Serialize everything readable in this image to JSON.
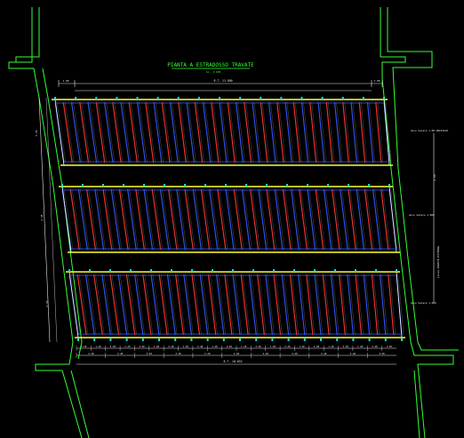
{
  "drawing": {
    "title": "PIANTA A ESTRADOSSO TRAVATE",
    "scale_note": "Sc. 1:100",
    "top_total_dim": "8.T. 11.880",
    "top_small_left": "1.00",
    "top_small_right": "1.00",
    "bottom_total_dim": "8.T. 10.052",
    "left_span_labels": [
      "2.25",
      "2.45",
      "2.25"
    ],
    "right_labels": {
      "upper_note": "Anco Solaio 1.00 INIZIALE",
      "mid_note": "Anco Solaio 1.000",
      "lower_note": "Anco Solaio 1.000",
      "vertical_dim": "Linea PARETE ESTERNA",
      "small_dim": "4.00"
    },
    "bottom_segment_dims": [
      "2.40",
      "1.20",
      "2.40",
      "1.20",
      "2.40",
      "1.20",
      "2.40",
      "1.20",
      "2.40",
      "1.20",
      "2.40",
      "1.20",
      "2.40",
      "1.20",
      "2.40",
      "1.20",
      "2.40",
      "1.20",
      "2.40",
      "1.20",
      "2.40",
      "1.20"
    ],
    "bottom_group_dims": [
      "2.40",
      "2.40",
      "2.40",
      "2.40",
      "2.40",
      "2.40",
      "2.40",
      "2.40",
      "2.40",
      "2.40",
      "2.40"
    ]
  },
  "colors": {
    "background": "#000000",
    "wall": "#33ff33",
    "title": "#33ff33",
    "outline": "#ffffff",
    "beam": "#ffff33",
    "rib_red": "#ff3333",
    "rib_blue": "#3355ff",
    "rib_white": "#dddddd",
    "dim": "#e8e8e8",
    "node": "#00e0e0"
  }
}
